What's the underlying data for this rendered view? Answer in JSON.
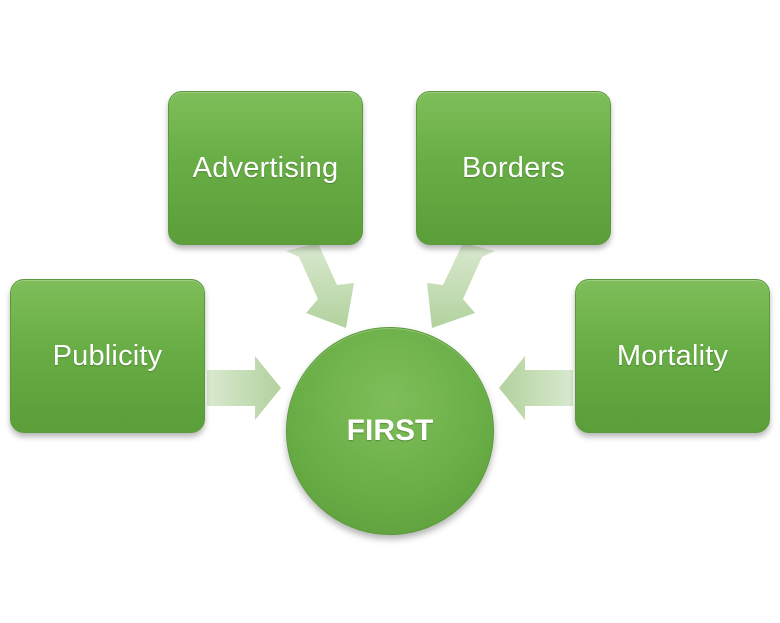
{
  "diagram": {
    "center": {
      "label": "FIRST"
    },
    "nodes": [
      {
        "id": "advertising",
        "label": "Advertising"
      },
      {
        "id": "borders",
        "label": "Borders"
      },
      {
        "id": "publicity",
        "label": "Publicity"
      },
      {
        "id": "mortality",
        "label": "Mortality"
      }
    ],
    "edges": [
      {
        "from": "advertising",
        "to": "center"
      },
      {
        "from": "borders",
        "to": "center"
      },
      {
        "from": "publicity",
        "to": "center"
      },
      {
        "from": "mortality",
        "to": "center"
      }
    ],
    "colors": {
      "node_fill": "#6aae47",
      "node_border": "#5a9a3a",
      "arrow_fill": "#c3dcb3",
      "text": "#ffffff"
    }
  }
}
